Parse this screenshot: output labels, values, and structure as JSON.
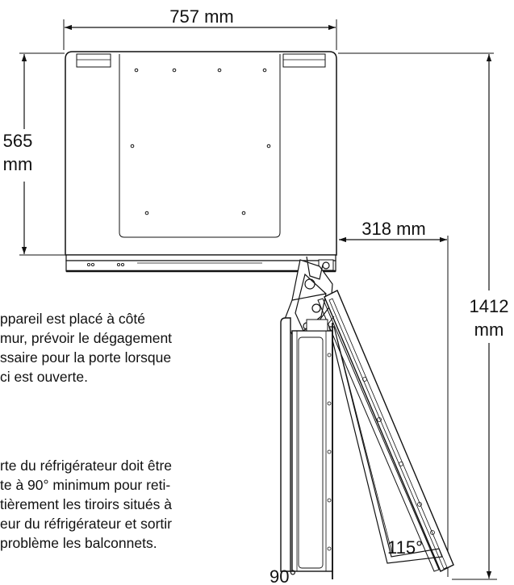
{
  "dimensions": {
    "width": "757 mm",
    "depth_value": "565",
    "depth_unit": "mm",
    "side_clearance": "318 mm",
    "total_value": "1412",
    "total_unit": "mm"
  },
  "angles": {
    "small": "90°",
    "large": "115°"
  },
  "note1": [
    "ppareil est placé à côté",
    "mur, prévoir le dégagement",
    "ssaire pour la porte lorsque",
    "ci est ouverte."
  ],
  "note2": [
    "rte du réfrigérateur doit être",
    "te à 90° minimum pour reti-",
    "tièrement les tiroirs situés à",
    "eur du réfrigérateur et sortir",
    "problème les balconnets."
  ]
}
